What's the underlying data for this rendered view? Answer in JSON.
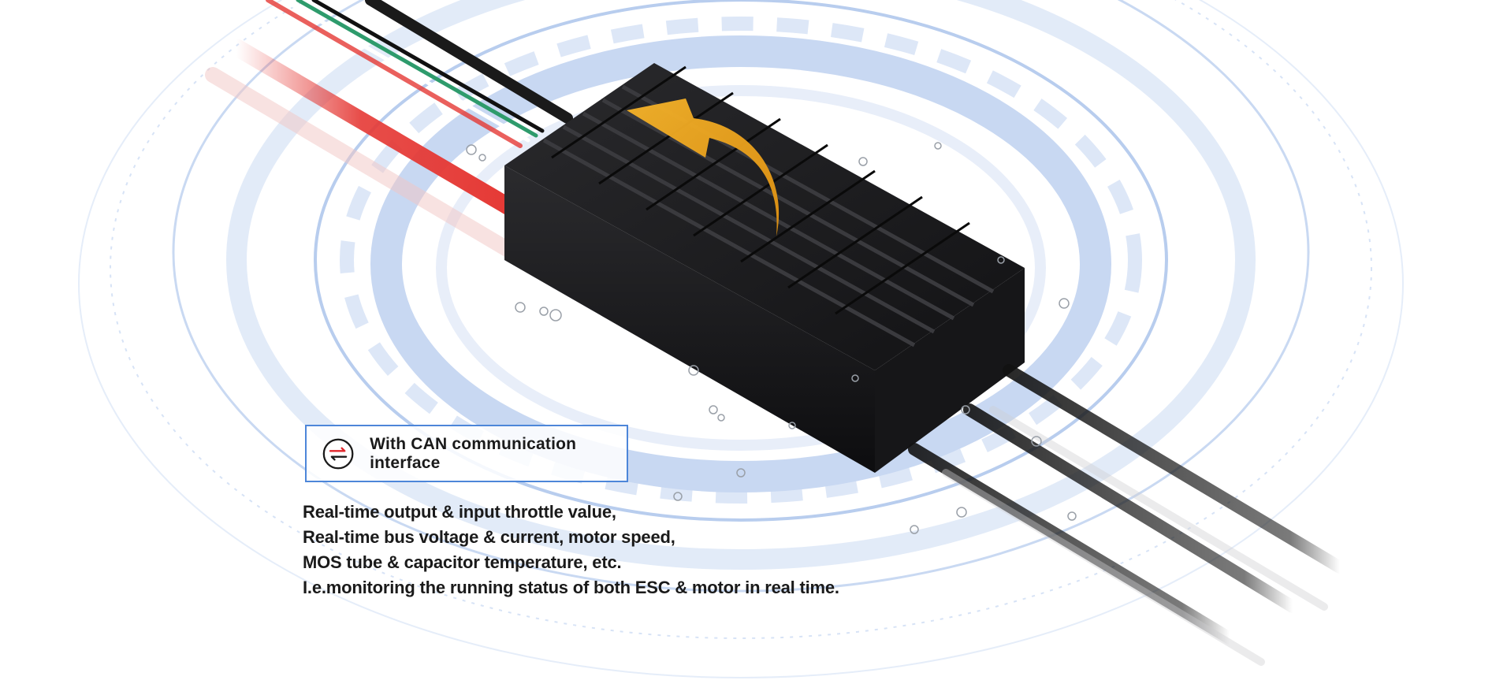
{
  "feature": {
    "icon": "bidirectional-arrows-icon",
    "label": "With CAN communication interface"
  },
  "description": [
    "Real-time output & input throttle value,",
    "Real-time bus voltage & current, motor speed,",
    "MOS tube & capacitor temperature, etc.",
    "I.e.monitoring the running status of both ESC & motor in real time."
  ],
  "colors": {
    "accent_blue": "#4d86d9",
    "arrow_orange": "#f0a81c",
    "icon_red": "#e0262b",
    "wire_red": "#e53935",
    "wire_green": "#2e9b6c",
    "esc_body": "#1c1c1e"
  }
}
